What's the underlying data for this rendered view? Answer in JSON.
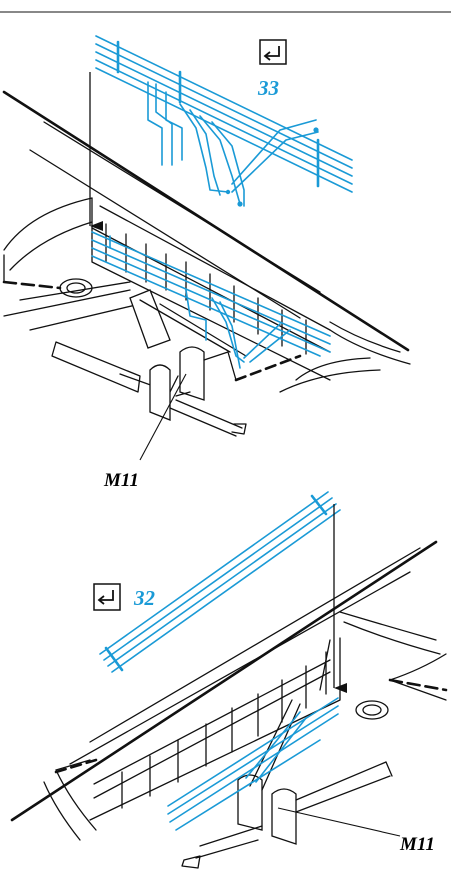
{
  "figure": {
    "top_panel": {
      "reference_number": "33",
      "reference_icon": "return-arrow-icon",
      "part_label": "M11"
    },
    "bottom_panel": {
      "reference_number": "32",
      "reference_icon": "return-arrow-icon",
      "part_label": "M11"
    },
    "colors": {
      "wiring": "#1a9ad6",
      "line_art": "#111111",
      "background": "#ffffff"
    }
  }
}
